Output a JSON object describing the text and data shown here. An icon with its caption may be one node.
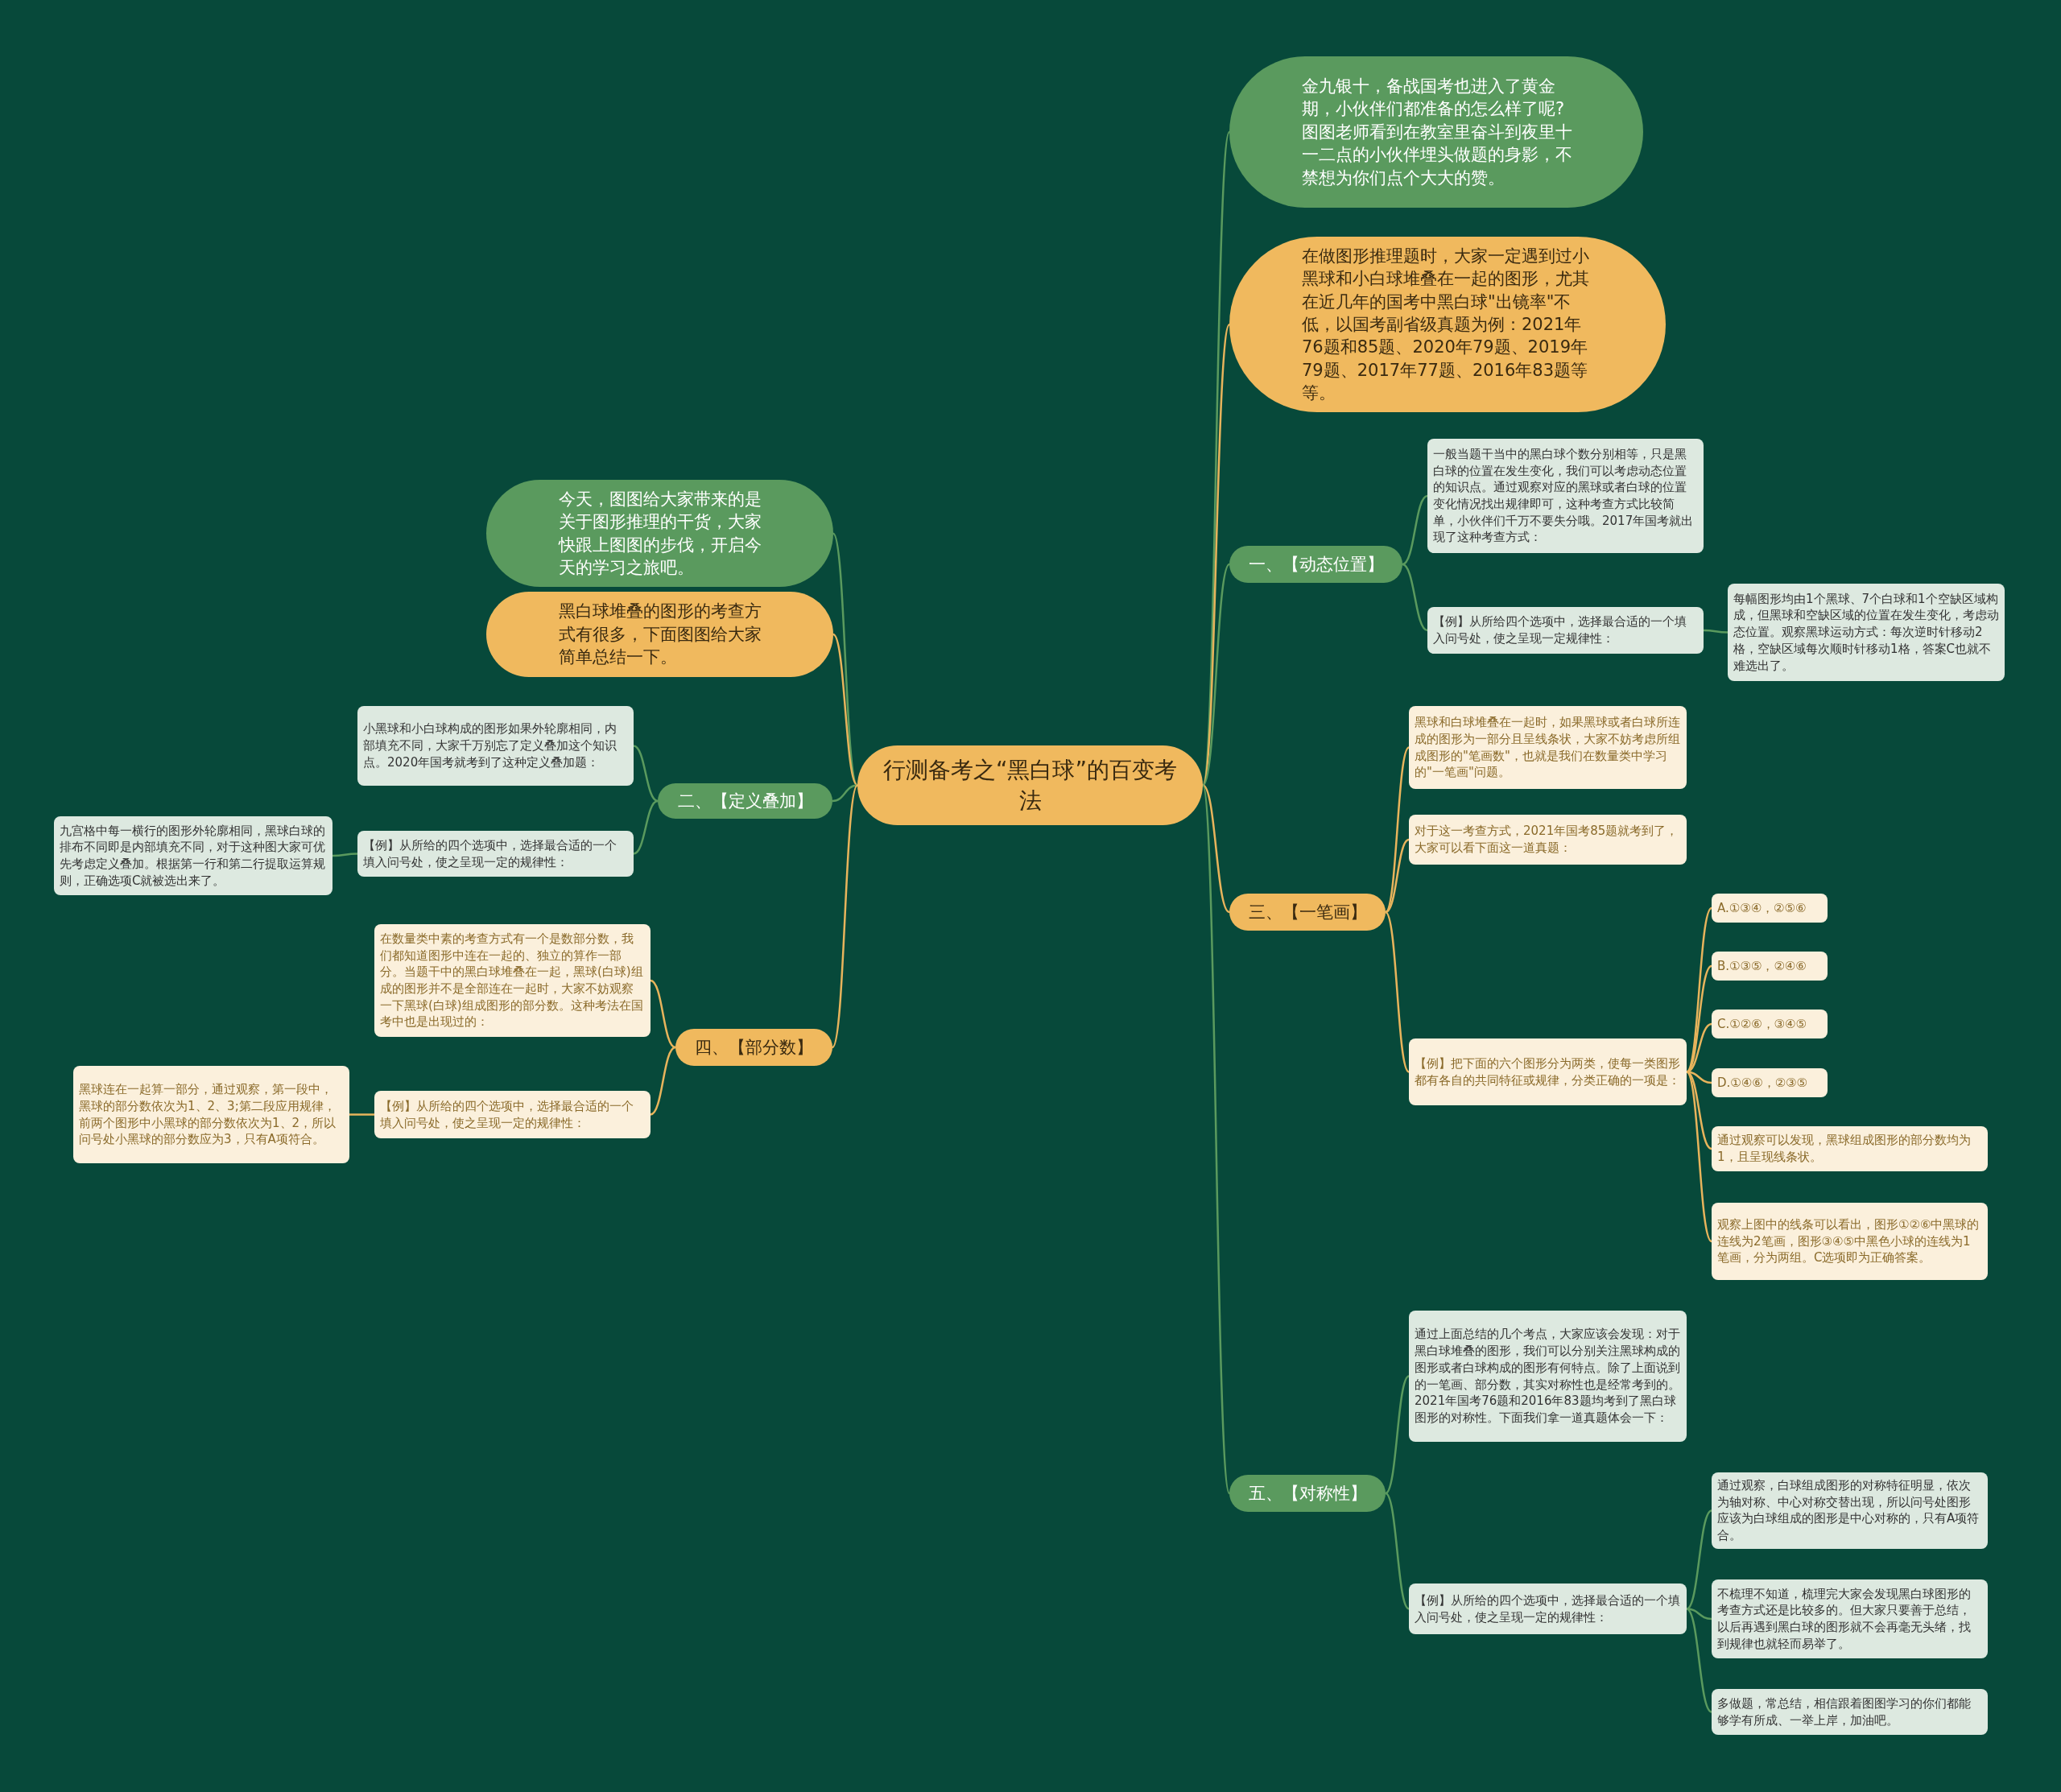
{
  "diagram": {
    "nodes": [
      {
        "text": [
          "行测备考之“黑白球”的百变考法"
        ]
      },
      {
        "text": [
          "金九银十，备战国考也进入了黄金期，小伙伴们都准备的怎么样了呢?图图老师看到在教室里奋斗到夜里十一二点的小伙伴埋头做题的身影，不禁想为你们点个大大的赞。"
        ]
      },
      {
        "text": [
          "在做图形推理题时，大家一定遇到过小黑球和小白球堆叠在一起的图形，尤其在近几年的国考中黑白球\"出镜率\"不低，以国考副省级真题为例：2021年76题和85题、2020年79题、2019年79题、2017年77题、2016年83题等等。"
        ]
      },
      {
        "text": [
          "今天，图图给大家带来的是关于图形推理的干货，大家快跟上图图的步伐，开启今天的学习之旅吧。"
        ]
      },
      {
        "text": [
          "黑白球堆叠的图形的考查方式有很多，下面图图给大家简单总结一下。"
        ]
      },
      {
        "text": [
          "一、【动态位置】"
        ]
      },
      {
        "text": [
          "一般当题干当中的黑白球个数分别相等，只是黑白球的位置在发生变化，我们可以考虑动态位置的知识点。通过观察对应的黑球或者白球的位置变化情况找出规律即可，这种考查方式比较简单，小伙伴们千万不要失分哦。2017年国考就出现了这种考查方式："
        ]
      },
      {
        "text": [
          "【例】从所给四个选项中，选择最合适的一个填入问号处，使之呈现一定规律性："
        ]
      },
      {
        "text": [
          "每幅图形均由1个黑球、7个白球和1个空缺区域构成，但黑球和空缺区域的位置在发生变化，考虑动态位置。观察黑球运动方式：每次逆时针移动2格，空缺区域每次顺时针移动1格，答案C也就不难选出了。"
        ]
      },
      {
        "text": [
          "二、【定义叠加】"
        ]
      },
      {
        "text": [
          "小黑球和小白球构成的图形如果外轮廓相同，内部填充不同，大家千万别忘了定义叠加这个知识点。2020年国考就考到了这种定义叠加题："
        ]
      },
      {
        "text": [
          "【例】从所给的四个选项中，选择最合适的一个填入问号处，使之呈现一定的规律性："
        ]
      },
      {
        "text": [
          "九宫格中每一横行的图形外轮廓相同，黑球白球的排布不同即是内部填充不同，对于这种图大家可优先考虑定义叠加。根据第一行和第二行提取运算规则，正确选项C就被选出来了。"
        ]
      },
      {
        "text": [
          "三、【一笔画】"
        ]
      },
      {
        "text": [
          "黑球和白球堆叠在一起时，如果黑球或者白球所连成的图形为一部分且呈线条状，大家不妨考虑所组成图形的\"笔画数\"，也就是我们在数量类中学习的\"一笔画\"问题。"
        ]
      },
      {
        "text": [
          "对于这一考查方式，2021年国考85题就考到了，大家可以看下面这一道真题："
        ]
      },
      {
        "text": [
          "【例】把下面的六个图形分为两类，使每一类图形都有各自的共同特征或规律，分类正确的一项是："
        ]
      },
      {
        "text": [
          "A.①③④，②⑤⑥"
        ]
      },
      {
        "text": [
          "B.①③⑤，②④⑥"
        ]
      },
      {
        "text": [
          "C.①②⑥，③④⑤"
        ]
      },
      {
        "text": [
          "D.①④⑥，②③⑤"
        ]
      },
      {
        "text": [
          "通过观察可以发现，黑球组成图形的部分数均为1，且呈现线条状。"
        ]
      },
      {
        "text": [
          "观察上图中的线条可以看出，图形①②⑥中黑球的连线为2笔画，图形③④⑤中黑色小球的连线为1笔画，分为两组。C选项即为正确答案。"
        ]
      },
      {
        "text": [
          "四、【部分数】"
        ]
      },
      {
        "text": [
          "在数量类中素的考查方式有一个是数部分数，我们都知道图形中连在一起的、独立的算作一部分。当题干中的黑白球堆叠在一起，黑球(白球)组成的图形并不是全部连在一起时，大家不妨观察一下黑球(白球)组成图形的部分数。这种考法在国考中也是出现过的："
        ]
      },
      {
        "text": [
          "【例】从所给的四个选项中，选择最合适的一个填入问号处，使之呈现一定的规律性："
        ]
      },
      {
        "text": [
          "黑球连在一起算一部分，通过观察，第一段中，黑球的部分数依次为1、2、3;第二段应用规律，前两个图形中小黑球的部分数依次为1、2，所以问号处小黑球的部分数应为3，只有A项符合。"
        ]
      },
      {
        "text": [
          "五、【对称性】"
        ]
      },
      {
        "text": [
          "通过上面总结的几个考点，大家应该会发现：对于黑白球堆叠的图形，我们可以分别关注黑球构成的图形或者白球构成的图形有何特点。除了上面说到的一笔画、部分数，其实对称性也是经常考到的。2021年国考76题和2016年83题均考到了黑白球图形的对称性。下面我们拿一道真题体会一下："
        ]
      },
      {
        "text": [
          "【例】从所给的四个选项中，选择最合适的一个填入问号处，使之呈现一定的规律性："
        ]
      },
      {
        "text": [
          "通过观察，白球组成图形的对称特征明显，依次为轴对称、中心对称交替出现，所以问号处图形应该为白球组成的图形是中心对称的，只有A项符合。"
        ]
      },
      {
        "text": [
          "不梳理不知道，梳理完大家会发现黑白球图形的考查方式还是比较多的。但大家只要善于总结，以后再遇到黑白球的图形就不会再毫无头绪，找到规律也就轻而易举了。"
        ]
      },
      {
        "text": [
          "多做题，常总结，相信跟着图图学习的你们都能够学有所成、一举上岸，加油吧。"
        ]
      }
    ],
    "edges": [
      {
        "from": 0,
        "to": 1,
        "arrow": "none"
      },
      {
        "from": 0,
        "to": 2,
        "arrow": "none",
        "color": "#e8b45c"
      },
      {
        "from": 0,
        "to": 3,
        "arrow": "none"
      },
      {
        "from": 0,
        "to": 4,
        "arrow": "none",
        "color": "#e8b45c"
      },
      {
        "from": 0,
        "to": 5,
        "arrow": "none"
      },
      {
        "from": 5,
        "to": 6,
        "arrow": "none"
      },
      {
        "from": 5,
        "to": 7,
        "arrow": "none"
      },
      {
        "from": 7,
        "to": 8,
        "arrow": "none"
      },
      {
        "from": 0,
        "to": 9,
        "arrow": "none"
      },
      {
        "from": 9,
        "to": 10,
        "arrow": "none"
      },
      {
        "from": 9,
        "to": 11,
        "arrow": "none"
      },
      {
        "from": 11,
        "to": 12,
        "arrow": "none"
      },
      {
        "from": 0,
        "to": 13,
        "arrow": "none",
        "color": "#e8b45c"
      },
      {
        "from": 13,
        "to": 14,
        "arrow": "none",
        "color": "#e8b45c"
      },
      {
        "from": 13,
        "to": 15,
        "arrow": "none",
        "color": "#e8b45c"
      },
      {
        "from": 13,
        "to": 16,
        "arrow": "none",
        "color": "#e8b45c"
      },
      {
        "from": 16,
        "to": 17,
        "arrow": "none",
        "color": "#e8b45c"
      },
      {
        "from": 16,
        "to": 18,
        "arrow": "none",
        "color": "#e8b45c"
      },
      {
        "from": 16,
        "to": 19,
        "arrow": "none",
        "color": "#e8b45c"
      },
      {
        "from": 16,
        "to": 20,
        "arrow": "none",
        "color": "#e8b45c"
      },
      {
        "from": 16,
        "to": 21,
        "arrow": "none",
        "color": "#e8b45c"
      },
      {
        "from": 16,
        "to": 22,
        "arrow": "none",
        "color": "#e8b45c"
      },
      {
        "from": 0,
        "to": 23,
        "arrow": "none",
        "color": "#e8b45c"
      },
      {
        "from": 23,
        "to": 24,
        "arrow": "none",
        "color": "#e8b45c"
      },
      {
        "from": 23,
        "to": 25,
        "arrow": "none",
        "color": "#e8b45c"
      },
      {
        "from": 25,
        "to": 26,
        "arrow": "none",
        "color": "#e8b45c"
      },
      {
        "from": 0,
        "to": 27,
        "arrow": "none"
      },
      {
        "from": 27,
        "to": 28,
        "arrow": "none"
      },
      {
        "from": 27,
        "to": 29,
        "arrow": "none"
      },
      {
        "from": 29,
        "to": 30,
        "arrow": "none"
      },
      {
        "from": 29,
        "to": 31,
        "arrow": "none"
      },
      {
        "from": 29,
        "to": 32,
        "arrow": "none"
      }
    ]
  }
}
